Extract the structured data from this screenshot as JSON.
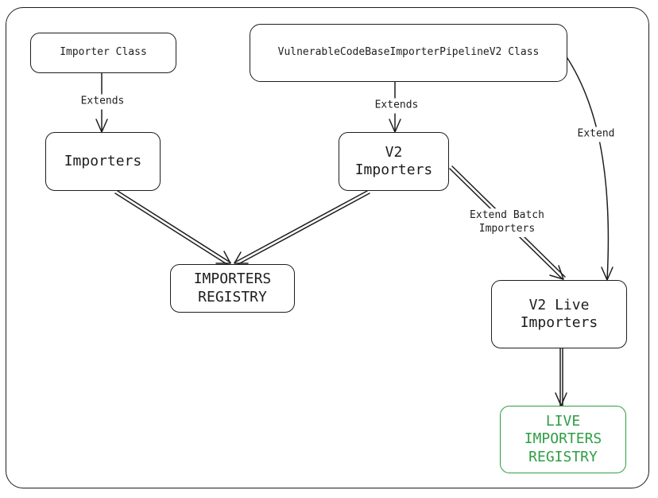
{
  "nodes": {
    "importer_class": "Importer Class",
    "pipeline_class": "VulnerableCodeBaseImporterPipelineV2 Class",
    "importers": "Importers",
    "v2_importers": "V2\nImporters",
    "importers_registry": "IMPORTERS\nREGISTRY",
    "v2_live_importers": "V2 Live\nImporters",
    "live_importers_registry": "LIVE\nIMPORTERS\nREGISTRY"
  },
  "edges": {
    "extends_1": "Extends",
    "extends_2": "Extends",
    "extend": "Extend",
    "extend_batch": "Extend Batch\nImporters"
  },
  "colors": {
    "stroke": "#1e1e1e",
    "accent_green": "#2f9e44"
  }
}
